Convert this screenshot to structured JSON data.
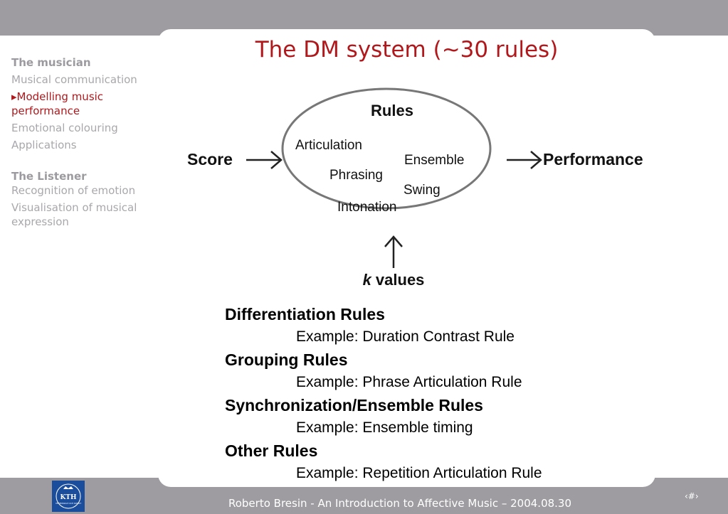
{
  "sidebar": {
    "section1_heading": "The musician",
    "section1_items": [
      {
        "label": "Musical communication",
        "active": false
      },
      {
        "label": "Modelling music performance",
        "active": true
      },
      {
        "label": "Emotional colouring",
        "active": false
      },
      {
        "label": "Applications",
        "active": false
      }
    ],
    "section2_heading": "The Listener",
    "section2_items": [
      {
        "label": "Recognition of emotion"
      },
      {
        "label": "Visualisation of musical expression"
      }
    ]
  },
  "slide": {
    "title": "The DM system (~30 rules)"
  },
  "diagram": {
    "ellipse_title": "Rules",
    "rules": [
      "Articulation",
      "Ensemble",
      "Phrasing",
      "Swing",
      "Intonation"
    ],
    "input_label": "Score",
    "output_label": "Performance",
    "k_letter": "k",
    "k_rest": " values"
  },
  "rule_groups": [
    {
      "title": "Differentiation Rules",
      "example": "Example: Duration Contrast Rule"
    },
    {
      "title": "Grouping Rules",
      "example": "Example: Phrase Articulation Rule"
    },
    {
      "title": "Synchronization/Ensemble Rules",
      "example": "Example: Ensemble timing"
    },
    {
      "title": "Other Rules",
      "example": "Example: Repetition Articulation Rule"
    }
  ],
  "footer": {
    "text": "Roberto Bresin - An Introduction to Affective Music – 2004.08.30",
    "page_number": "‹#›",
    "logo_text": "KTH",
    "logo_subtext": "VETENSKAP OCH KONST"
  },
  "colors": {
    "accent_red": "#b0181c",
    "bar_gray": "#9e9ca0",
    "sidebar_gray": "#a9a7ab",
    "logo_blue": "#1a4d9c"
  }
}
